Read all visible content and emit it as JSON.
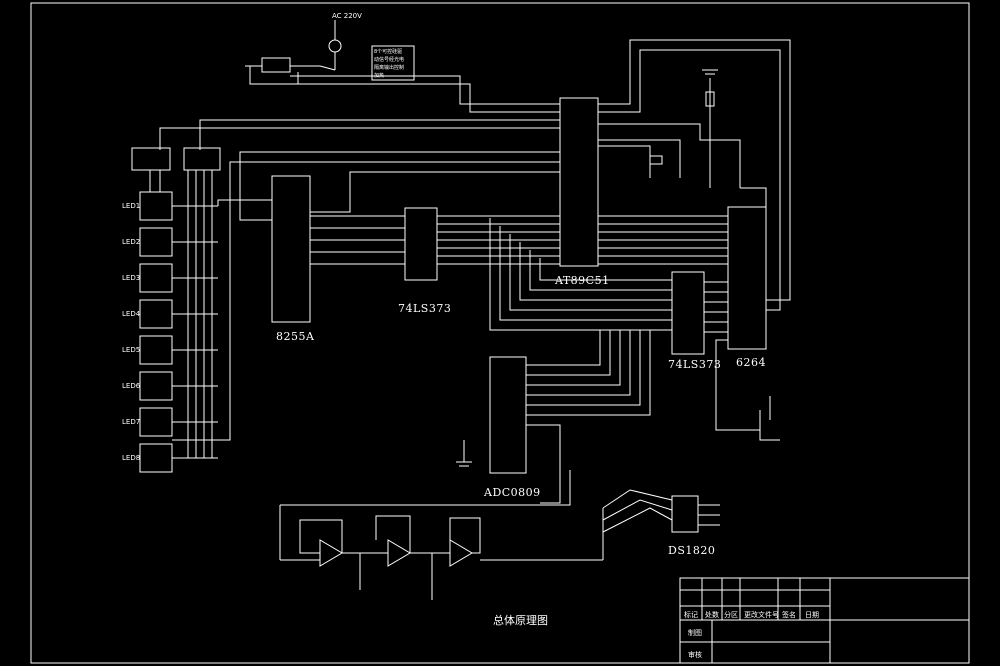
{
  "diagram": {
    "title": "总体原理图",
    "chips": {
      "mcu": "AT89C51",
      "ppi": "8255A",
      "latch_left": "74LS373",
      "latch_right": "74LS373",
      "ram": "6264",
      "adc": "ADC0809",
      "sensor": "DS1820"
    },
    "leds": [
      "LED1",
      "LED2",
      "LED3",
      "LED4",
      "LED5",
      "LED6",
      "LED7",
      "LED8"
    ],
    "power_label": "AC 220V",
    "note_box": [
      "8个可控硅驱",
      "动信号经光电",
      "隔离输出控制",
      "加热"
    ]
  },
  "title_block": {
    "header": [
      "标记",
      "处数",
      "分区",
      "更改文件号",
      "签名",
      "日期"
    ],
    "rows": [
      "制图",
      "审核"
    ]
  },
  "colors": {
    "background": "#000000",
    "line": "#ffffff"
  }
}
